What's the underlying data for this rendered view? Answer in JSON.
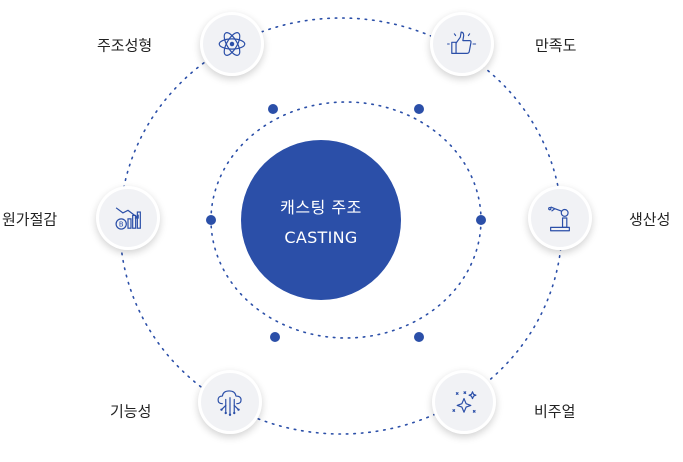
{
  "center": {
    "title_ko": "캐스팅 주조",
    "title_en": "CASTING"
  },
  "nodes": [
    {
      "label": "주조성형",
      "icon": "atom-icon"
    },
    {
      "label": "만족도",
      "icon": "thumbs-up-icon"
    },
    {
      "label": "원가절감",
      "icon": "cost-down-chart-icon"
    },
    {
      "label": "생산성",
      "icon": "robot-arm-icon"
    },
    {
      "label": "기능성",
      "icon": "cloud-network-icon"
    },
    {
      "label": "비주얼",
      "icon": "sparkles-icon"
    }
  ],
  "colors": {
    "primary": "#2b4fa8",
    "node_bg": "#f1f2f5",
    "text": "#222222"
  }
}
